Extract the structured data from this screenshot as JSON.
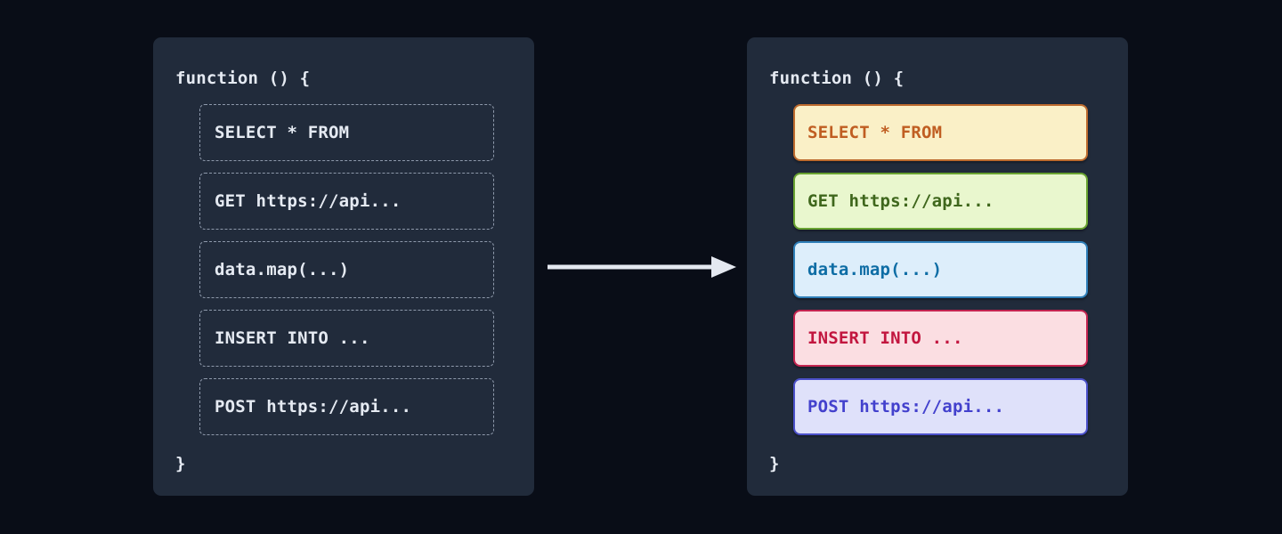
{
  "colors": {
    "page_bg": "#090d17",
    "panel_bg": "#212b3b",
    "panel_text": "#e5eaf2",
    "dashed_border": "#8e99ab",
    "arrow": "#e4e8f0"
  },
  "left_panel": {
    "header": "function () {",
    "footer": "}",
    "blocks": [
      {
        "name": "block-select-from",
        "label": "SELECT * FROM"
      },
      {
        "name": "block-get-api",
        "label": "GET https://api..."
      },
      {
        "name": "block-data-map",
        "label": "data.map(...)"
      },
      {
        "name": "block-insert-into",
        "label": "INSERT INTO ..."
      },
      {
        "name": "block-post-api",
        "label": "POST https://api..."
      }
    ]
  },
  "right_panel": {
    "header": "function () {",
    "footer": "}",
    "blocks": [
      {
        "name": "block-select-from",
        "label": "SELECT * FROM",
        "bg": "#faf0c7",
        "border": "#bd6b2e",
        "text": "#c05e22"
      },
      {
        "name": "block-get-api",
        "label": "GET https://api...",
        "bg": "#e9f7ce",
        "border": "#69a331",
        "text": "#3f671c"
      },
      {
        "name": "block-data-map",
        "label": "data.map(...)",
        "bg": "#ddeefb",
        "border": "#2f7fb8",
        "text": "#0e6da5"
      },
      {
        "name": "block-insert-into",
        "label": "INSERT INTO ...",
        "bg": "#fbdee2",
        "border": "#c32450",
        "text": "#c2163f"
      },
      {
        "name": "block-post-api",
        "label": "POST https://api...",
        "bg": "#dfe1fa",
        "border": "#4b50c9",
        "text": "#4341cd"
      }
    ]
  }
}
